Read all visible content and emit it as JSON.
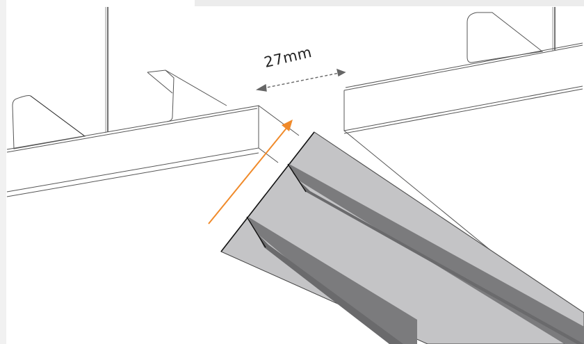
{
  "diagram": {
    "dimension_label": "27mm",
    "colors": {
      "background": "#ffffff",
      "frame": "#ececec",
      "line": "#555555",
      "panel_face": "#c4c4c6",
      "panel_groove": "#7b7b7d",
      "panel_groove_dark": "#6a6a6c",
      "dimension_arrow": "#666666",
      "direction_arrow": "#f08a2a"
    },
    "icons": {
      "dimension": "double-headed-dashed-arrow",
      "direction": "orange-arrow"
    }
  }
}
